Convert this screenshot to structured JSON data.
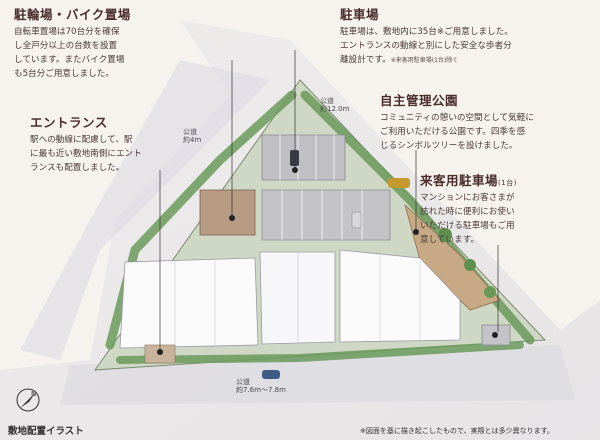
{
  "caption": "敷地配置イラスト",
  "disclaimer": "※図面を基に描き起こしたもので、実際とは多少異なります。",
  "north_symbol": "north-arrow-icon",
  "callouts": {
    "bike": {
      "title": "駐輪場・バイク置場",
      "lines": [
        "自転車置場は70台分を確保",
        "し全戸分以上の台数を設置",
        "しています。またバイク置場",
        "も5台分ご用意しました。"
      ]
    },
    "parking": {
      "title": "駐車場",
      "lines": [
        "駐車場は、敷地内に35台※ご用意しました。",
        "エントランスの動線と別にした安全な歩者分",
        "離設計です。"
      ],
      "note": "※来客用駐車場(1台)除く"
    },
    "park": {
      "title": "自主管理公園",
      "lines": [
        "コミュニティの憩いの空間として気軽に",
        "ご利用いただける公園です。四季を感",
        "じるシンボルツリーを設けました。"
      ]
    },
    "entrance": {
      "title": "エントランス",
      "lines": [
        "駅への動線に配慮して、駅",
        "に最も近い敷地南側にエント",
        "ランスも配置しました。"
      ]
    },
    "guest": {
      "title": "来客用駐車場",
      "title_sub": "(1台)",
      "lines": [
        "マンションにお客さまが",
        "訪れた時に便利にお使い",
        "いただける駐車場もご用",
        "意しています。"
      ]
    }
  },
  "roads": {
    "west_label": "公道",
    "west_width": "約4m",
    "north_label": "公道",
    "north_width": "約12.0m",
    "south_label": "公道",
    "south_width": "約7.6m～7.8m"
  }
}
